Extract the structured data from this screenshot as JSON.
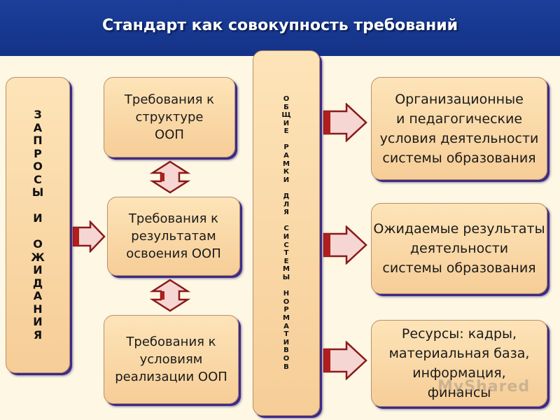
{
  "header": {
    "title": "Стандарт как совокупность требований"
  },
  "left_box": {
    "text": "ЗАПРОСЫ И ОЖИДАНИЯ"
  },
  "center_box": {
    "text": "ОБЩИЕ РАМКИ ДЛЯ СИСТЕМЫ НОРМАТИВОВ"
  },
  "middle_boxes": [
    {
      "text": "Требования к\nструктуре\nООП"
    },
    {
      "text": "Требования к\nрезультатам\nосвоения ООП"
    },
    {
      "text": "Требования к\nусловиям\nреализации ООП"
    }
  ],
  "right_boxes": [
    {
      "text": "Организационные\nи педагогические\nусловия деятельности\nсистемы образования"
    },
    {
      "text": "Ожидаемые результаты\nдеятельности\nсистемы образования"
    },
    {
      "text": "Ресурсы: кадры,\nматериальная база,\nинформация,\nфинансы"
    }
  ],
  "watermark": {
    "text": "MyShared"
  },
  "colors": {
    "header_bg": "#1b3f9a",
    "box_fill": "#fde4b8",
    "box_shadow": "#3e2a86",
    "arrow_fill": "#f6d6d2",
    "arrow_stroke": "#8b1a1a",
    "background": "#fdf7e4"
  },
  "icons": {
    "right_arrow": "right-arrow-icon",
    "double_arrow": "up-down-arrow-icon"
  }
}
